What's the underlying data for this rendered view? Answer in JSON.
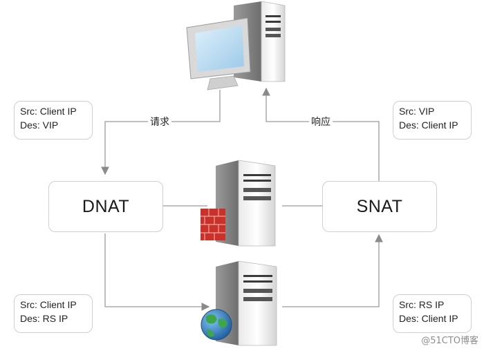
{
  "nodes": {
    "dnat": "DNAT",
    "snat": "SNAT"
  },
  "edges": {
    "request": "请求",
    "response": "响应"
  },
  "notes": {
    "top_left": {
      "src": "Src: Client IP",
      "des": "Des: VIP"
    },
    "top_right": {
      "src": "Src: VIP",
      "des": "Des: Client IP"
    },
    "bottom_left": {
      "src": "Src: Client IP",
      "des": "Des: RS IP"
    },
    "bottom_right": {
      "src": "Src: RS IP",
      "des": "Des: Client IP"
    }
  },
  "icons": {
    "client": "client-computer-icon",
    "director": "firewall-server-icon",
    "real_server": "web-server-icon"
  },
  "colors": {
    "line": "#9a9a9a",
    "box_border": "#cfcfcf",
    "firewall": "#c8322b",
    "globe": "#2f7fc4"
  },
  "watermark": "@51CTO博客"
}
